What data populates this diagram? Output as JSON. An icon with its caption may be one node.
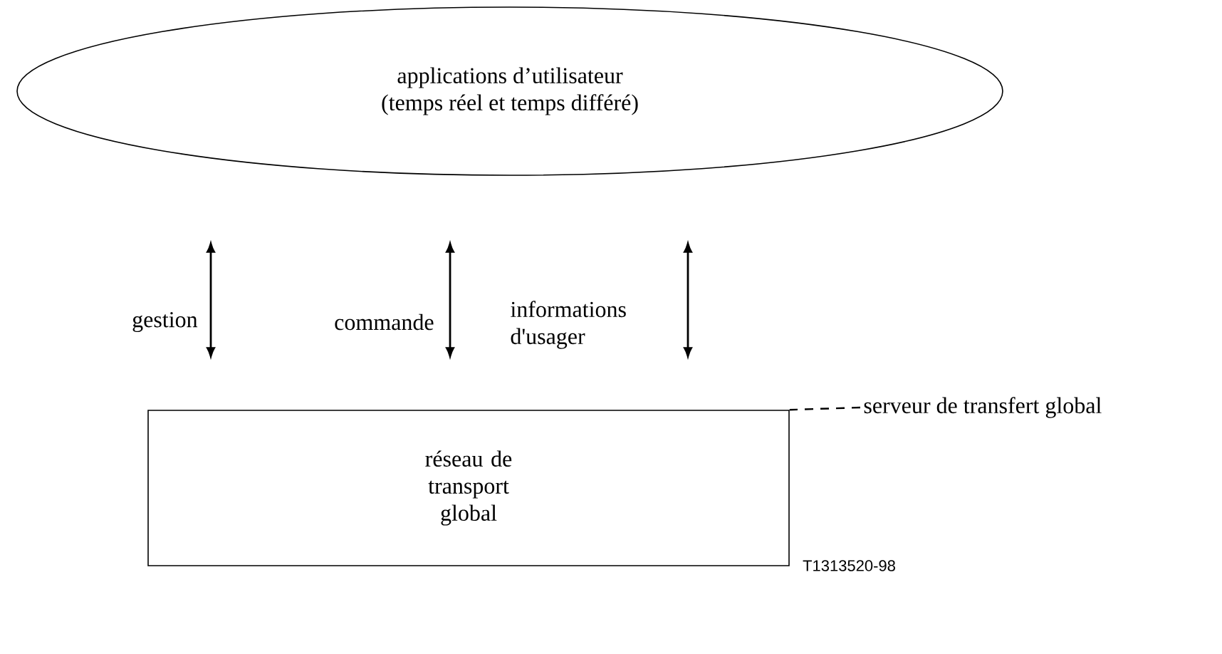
{
  "diagram": {
    "nodes": [
      {
        "text": [
          "applications d’utilisateur",
          "(temps réel et temps différé)"
        ]
      },
      {
        "text": [
          "réseau de transport global"
        ]
      },
      {
        "text": [
          "serveur de transfert global"
        ]
      }
    ],
    "edges": [
      {
        "from": 0,
        "to": 1,
        "arrow": "both",
        "label": "gestion"
      },
      {
        "from": 0,
        "to": 1,
        "arrow": "both",
        "label": "commande"
      },
      {
        "from": 0,
        "to": 1,
        "arrow": "both",
        "label": "informations d'usager"
      },
      {
        "from": 2,
        "to": 1,
        "arrow": "none",
        "style": "dashed"
      }
    ],
    "labels": [
      "T1313520-98"
    ]
  }
}
